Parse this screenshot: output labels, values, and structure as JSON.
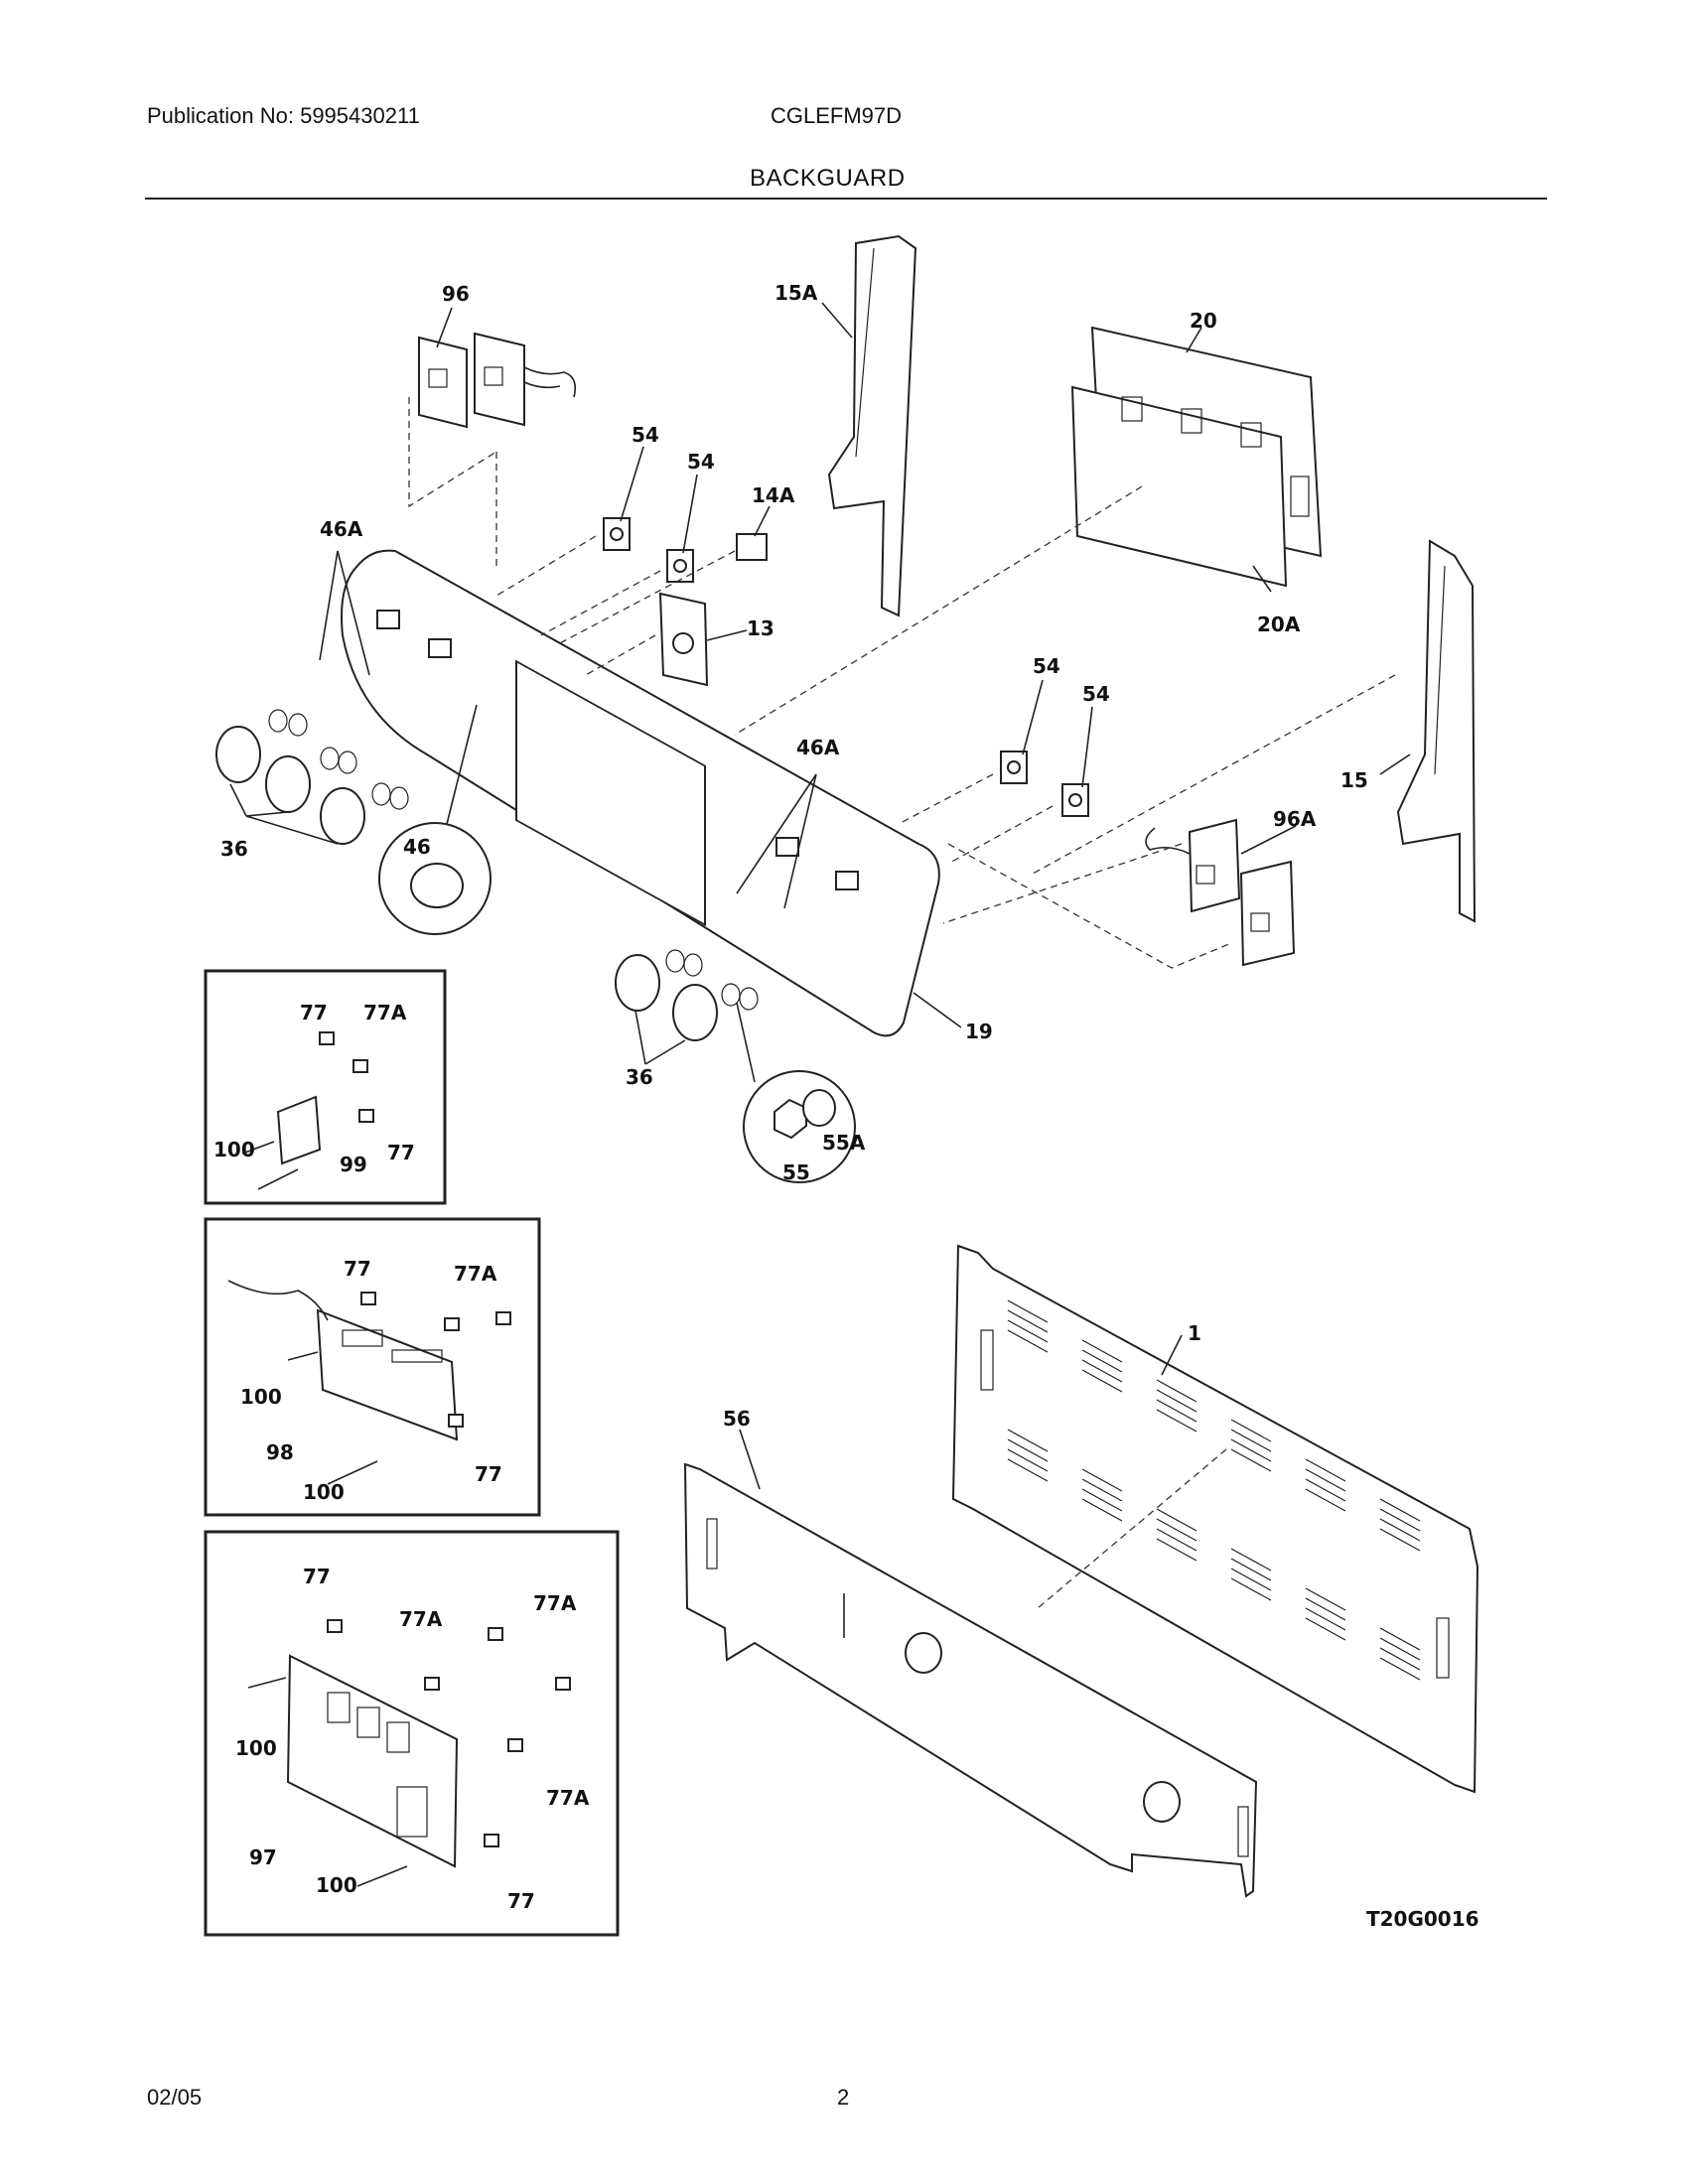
{
  "header": {
    "publication": "Publication No: 5995430211",
    "model": "CGLEFM97D",
    "section": "BACKGUARD"
  },
  "footer": {
    "date": "02/05",
    "page": "2"
  },
  "diagram_code": "T20G0016",
  "callouts": {
    "c96": "96",
    "c15A": "15A",
    "c20": "20",
    "c54a": "54",
    "c54b": "54",
    "c14A": "14A",
    "c46Aa": "46A",
    "c13": "13",
    "c20A": "20A",
    "c54c": "54",
    "c54d": "54",
    "c46Ab": "46A",
    "c15": "15",
    "c96A": "96A",
    "c36a": "36",
    "c46": "46",
    "c19": "19",
    "c36b": "36",
    "c55": "55",
    "c55A": "55A",
    "b1_77a": "77",
    "b1_77A": "77A",
    "b1_100": "100",
    "b1_99": "99",
    "b1_77b": "77",
    "b2_77a": "77",
    "b2_77A": "77A",
    "b2_100a": "100",
    "b2_98": "98",
    "b2_100b": "100",
    "b2_77b": "77",
    "c1": "1",
    "c56": "56",
    "b3_77a": "77",
    "b3_77Aa": "77A",
    "b3_77Ab": "77A",
    "b3_100a": "100",
    "b3_77Ac": "77A",
    "b3_97": "97",
    "b3_100b": "100",
    "b3_77b": "77"
  }
}
